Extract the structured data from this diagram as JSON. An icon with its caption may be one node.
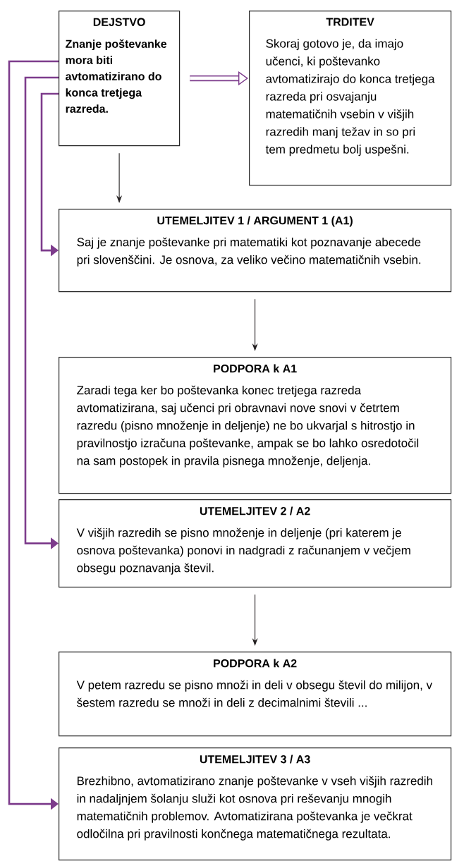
{
  "diagram": {
    "nodes": [
      {
        "text": [
          "DEJSTVO",
          "Znanje poštevanke mora biti avtomatizirano do konca tretjega razreda."
        ]
      },
      {
        "text": [
          "TRDITEV",
          "Skoraj gotovo je, da imajo učenci, ki poštevanko avtomatizirajo do konca tretjega razreda pri osvajanju matematičnih vsebin v višjih razredih manj težav in so pri tem predmetu bolj uspešni."
        ]
      },
      {
        "text": [
          "UTEMELJITEV 1 / ARGUMENT 1 (A1)",
          "Saj je znanje poštevanke pri matematiki kot poznavanje abecede pri slovenščini. Je osnova, za veliko večino matematičnih vsebin."
        ]
      },
      {
        "text": [
          "PODPORA k A1",
          "Zaradi tega ker bo poštevanka konec tretjega razreda avtomatizirana, saj učenci pri obravnavi nove snovi v četrtem razredu (pisno množenje in deljenje) ne bo ukvarjal s hitrostjo in pravilnostjo izračuna poštevanke, ampak se bo lahko osredotočil na sam postopek in pravila pisnega množenje, deljenja."
        ]
      },
      {
        "text": [
          "UTEMELJITEV 2 / A2",
          "V višjih razredih se pisno množenje in deljenje (pri katerem je osnova poštevanka) ponovi in nadgradi z računanjem v večjem obsegu poznavanja števil."
        ]
      },
      {
        "text": [
          "PODPORA k A2",
          "V petem razredu se pisno množi in deli v obsegu števil do milijon, v šestem razredu se množi in deli z decimalnimi števili ..."
        ]
      },
      {
        "text": [
          "UTEMELJITEV 3 / A3",
          "Brezhibno, avtomatizirano znanje poštevanke v vseh višjih razredih in nadaljnjem šolanju služi kot osnova pri reševanju mnogih matematičnih problemov. Avtomatizirana poštevanka je večkrat odločilna pri pravilnosti končnega matematičnega rezultata."
        ]
      }
    ],
    "edges": [
      {
        "from": 0,
        "to": 1,
        "arrow": "to",
        "style": "thick",
        "color": "#7d3c8c"
      },
      {
        "from": 0,
        "to": 2,
        "arrow": "to",
        "color": "#231f20"
      },
      {
        "from": 2,
        "to": 3,
        "arrow": "to",
        "color": "#231f20"
      },
      {
        "from": 4,
        "to": 5,
        "arrow": "to",
        "color": "#231f20"
      },
      {
        "from": 0,
        "to": 2,
        "arrow": "to",
        "color": "#7d3c8c"
      },
      {
        "from": 0,
        "to": 4,
        "arrow": "to",
        "color": "#7d3c8c"
      },
      {
        "from": 0,
        "to": 6,
        "arrow": "to",
        "color": "#7d3c8c"
      }
    ]
  }
}
